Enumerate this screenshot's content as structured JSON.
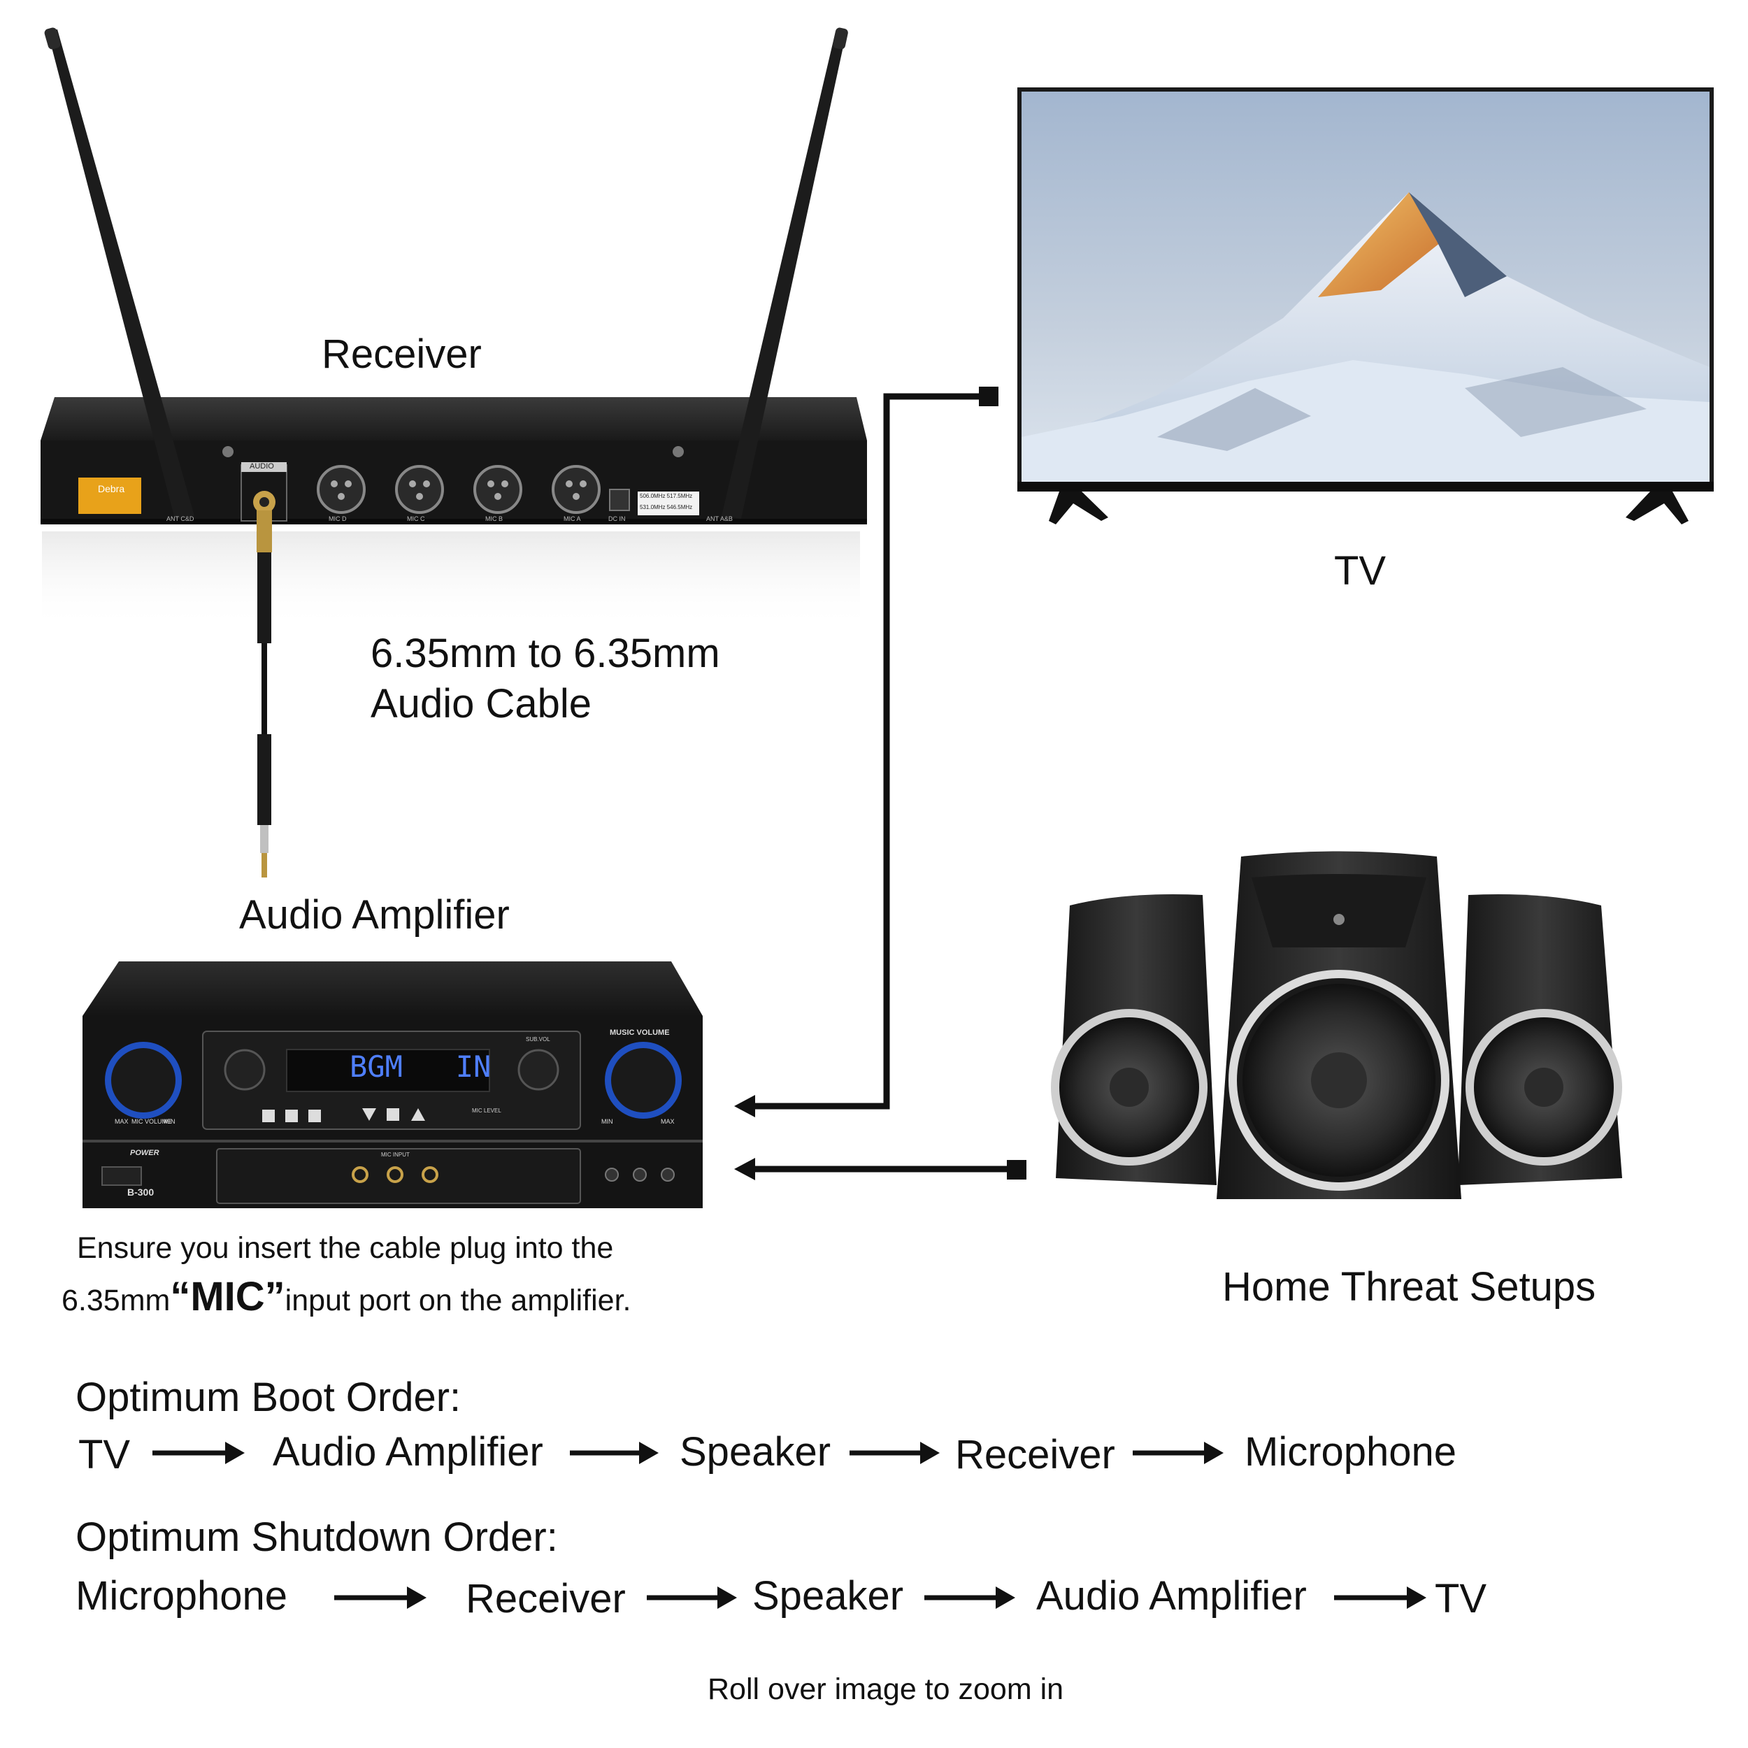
{
  "labels": {
    "receiver": "Receiver",
    "tv": "TV",
    "cable_line1": "6.35mm to 6.35mm",
    "cable_line2": "Audio Cable",
    "amplifier": "Audio Amplifier",
    "speakers": "Home Threat Setups",
    "note_line1": "Ensure you insert the cable plug into the",
    "note_line2_prefix": "6.35mm",
    "note_line2_mic": "“MIC”",
    "note_line2_suffix": "input port on the amplifier.",
    "footer": "Roll over image to zoom in"
  },
  "receiver_panel": {
    "brand": "Debra",
    "audio_tag": "AUDIO",
    "ports": [
      "MIC D",
      "MIC C",
      "MIC B",
      "MIC A"
    ],
    "dc": "DC IN",
    "ant_left": "ANT C&D",
    "ant_right": "ANT A&B",
    "freq1": "506.0MHz  517.5MHz",
    "freq2": "531.0MHz  546.5MHz"
  },
  "amp_panel": {
    "display": "BGM   IN",
    "music_volume": "MUSIC VOLUME",
    "mic_volume": "MIC VOLUME",
    "power": "POWER",
    "model": "B-300",
    "min": "MIN",
    "max": "MAX",
    "mic_input": "MIC INPUT",
    "sub_vol": "SUB.VOL",
    "mic_level": "MIC LEVEL"
  },
  "boot_order": {
    "title": "Optimum Boot Order:",
    "steps": [
      "TV",
      "Audio Amplifier",
      "Speaker",
      "Receiver",
      "Microphone"
    ]
  },
  "shutdown_order": {
    "title": "Optimum Shutdown Order:",
    "steps": [
      "Microphone",
      "Receiver",
      "Speaker",
      "Audio Amplifier",
      "TV"
    ]
  },
  "colors": {
    "device_dark": "#1b1b1b",
    "knob_ring": "#2f6fe0",
    "display_text": "#4f7fff",
    "connector_line": "#111111"
  }
}
